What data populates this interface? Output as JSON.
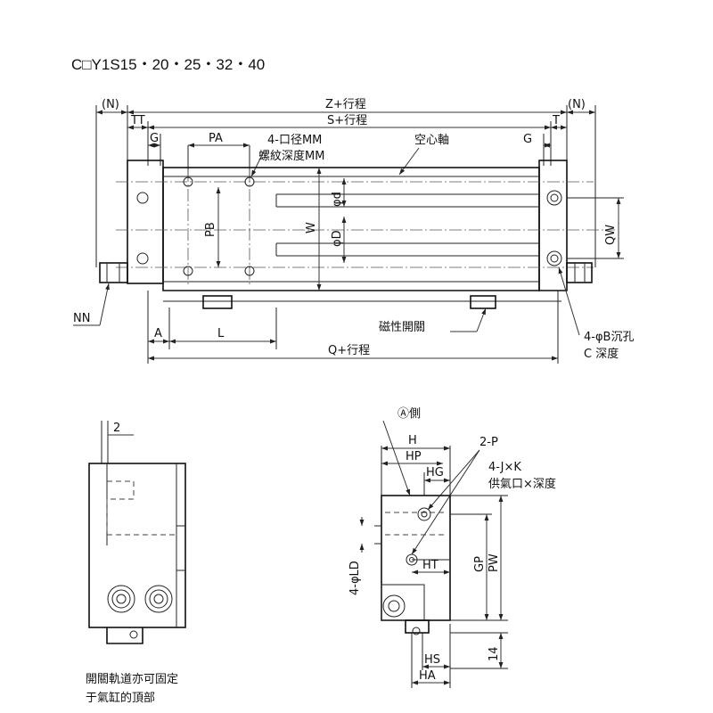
{
  "title": "C□Y1S15・20・25・32・40",
  "main_view": {
    "dims": {
      "n_left": "(N)",
      "n_right": "(N)",
      "z_stroke": "Z+行程",
      "s_stroke": "S+行程",
      "tt": "TT",
      "t": "T",
      "g_left": "G",
      "g_right": "G",
      "pa": "PA",
      "pb": "PB",
      "w": "W",
      "phi_d": "φd",
      "phi_D": "φD",
      "qw": "QW",
      "a": "A",
      "l": "L",
      "q_stroke": "Q+行程",
      "nn": "NN"
    },
    "notes": {
      "mm_hole_1": "4-口径MM",
      "mm_hole_2": "螺紋深度MM",
      "hollow_shaft": "空心軸",
      "magnetic_switch": "磁性開關",
      "b_hole_1": "4-φB沉孔",
      "b_hole_2": "C 深度"
    }
  },
  "side_view": {
    "dim_2": "2",
    "note_line1": "開關軌道亦可固定",
    "note_line2": "于氣缸的頂部"
  },
  "end_view": {
    "side_a": "Ⓐ側",
    "h": "H",
    "hp": "HP",
    "hg": "HG",
    "p_ports": "2-P",
    "jk_1": "4-J×K",
    "jk_2": "供氣口×深度",
    "ld": "4-φLD",
    "ht": "HT",
    "gp": "GP",
    "pw": "PW",
    "dim_14": "14",
    "hs": "HS",
    "ha": "HA"
  }
}
